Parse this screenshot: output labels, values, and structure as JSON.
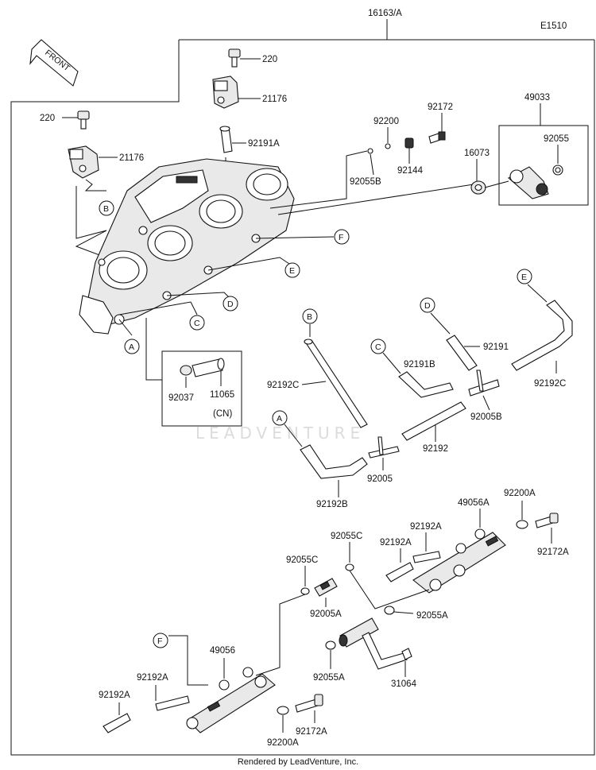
{
  "diagram_code": "E1510",
  "assembly_label": "16163/A",
  "front_label": "FRONT",
  "watermark": "LEADVENTURE",
  "cn_note": "(CN)",
  "footer": "Rendered by LeadVenture, Inc.",
  "callouts": [
    "A",
    "B",
    "C",
    "D",
    "E",
    "F"
  ],
  "parts": {
    "p220_top": "220",
    "p21176_top": "21176",
    "p92191A": "92191A",
    "p220_left": "220",
    "p21176_left": "21176",
    "p92200": "92200",
    "p92172": "92172",
    "p49033": "49033",
    "p92055": "92055",
    "p16073": "16073",
    "p92055B": "92055B",
    "p92144": "92144",
    "p92037": "92037",
    "p11065": "11065",
    "p92191": "92191",
    "p92191B": "92191B",
    "p92192C_left": "92192C",
    "p92192C_right": "92192C",
    "p92005B": "92005B",
    "p92192": "92192",
    "p92005": "92005",
    "p92192B": "92192B",
    "p92200A_top": "92200A",
    "p49056A": "49056A",
    "p92192A_1": "92192A",
    "p92192A_2": "92192A",
    "p92172A_top": "92172A",
    "p92055C_1": "92055C",
    "p92055C_2": "92055C",
    "p92005A": "92005A",
    "p92055A_1": "92055A",
    "p49056": "49056",
    "p92055A_2": "92055A",
    "p31064": "31064",
    "p92192A_3": "92192A",
    "p92192A_4": "92192A",
    "p92200A_bottom": "92200A",
    "p92172A_bottom": "92172A"
  }
}
